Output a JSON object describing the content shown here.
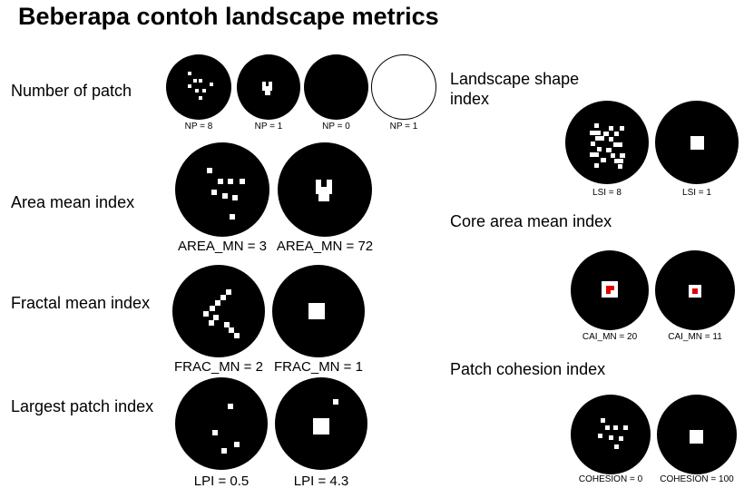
{
  "title": "Beberapa contoh landscape metrics",
  "sections": [
    {
      "label": "Number of patch"
    },
    {
      "label": "Area mean index"
    },
    {
      "label": "Fractal mean index"
    },
    {
      "label": "Largest patch index"
    },
    {
      "label": "Landscape shape index"
    },
    {
      "label": "Core area mean index"
    },
    {
      "label": "Patch cohesion index"
    }
  ],
  "captions": {
    "np": [
      "NP = 8",
      "NP = 1",
      "NP = 0",
      "NP = 1"
    ],
    "area": [
      "AREA_MN = 3",
      "AREA_MN = 72"
    ],
    "frac": [
      "FRAC_MN = 2",
      "FRAC_MN = 1"
    ],
    "lpi": [
      "LPI = 0.5",
      "LPI = 4.3"
    ],
    "lsi": [
      "LSI = 8",
      "LSI = 1"
    ],
    "cai": [
      "CAI_MN = 20",
      "CAI_MN = 11"
    ],
    "cohesion": [
      "COHESION = 0",
      "COHESION = 100"
    ]
  },
  "colors": {
    "background": "#ffffff",
    "patch": "#ffffff",
    "matrix": "#000000",
    "core": "#e00000"
  }
}
